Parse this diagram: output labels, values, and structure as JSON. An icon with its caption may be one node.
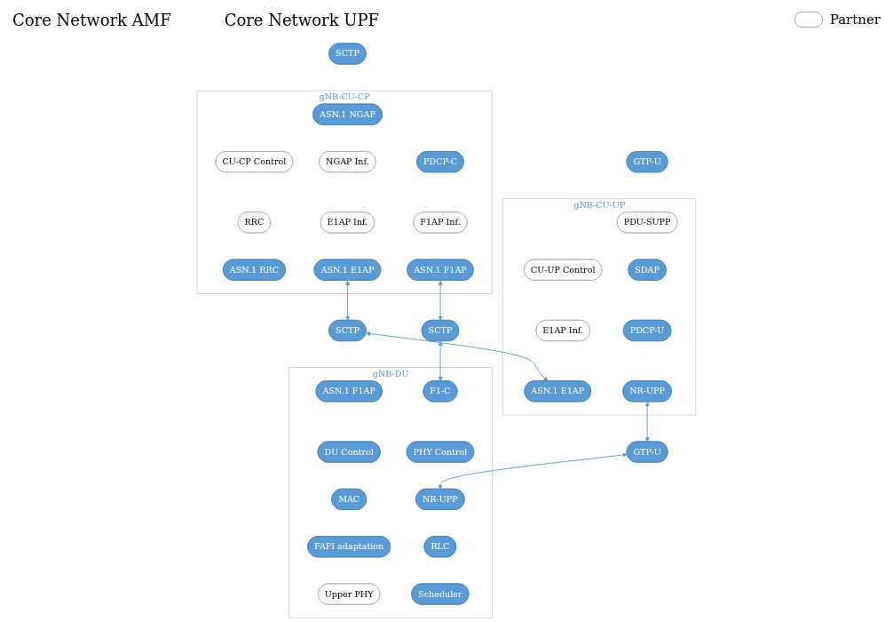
{
  "diagram": {
    "nodes": [
      {
        "text": [
          "gNB-CU-CP"
        ]
      },
      {
        "text": [
          "CU-CP Control"
        ],
        "in": 0
      },
      {
        "text": [
          "ASN.1 NGAP"
        ],
        "in": 0
      },
      {
        "text": [
          "NGAP Inf."
        ],
        "in": 0
      },
      {
        "text": [
          "RRC"
        ],
        "in": 0
      },
      {
        "text": [
          "ASN.1 RRC"
        ],
        "in": 0
      },
      {
        "text": [
          "PDCP-C"
        ],
        "in": 0
      },
      {
        "text": [
          "E1AP Inf."
        ],
        "in": 0
      },
      {
        "text": [
          "ASN.1 E1AP"
        ],
        "in": 0
      },
      {
        "text": [
          "F1AP Inf."
        ],
        "in": 0
      },
      {
        "text": [
          "ASN.1 F1AP"
        ],
        "in": 0
      },
      {
        "text": [
          "SCTP"
        ]
      },
      {
        "text": [
          "gNB-CU-UP"
        ]
      },
      {
        "text": [
          "CU-UP Control"
        ],
        "in": 12
      },
      {
        "text": [
          "PDU-SUPP"
        ],
        "in": 12
      },
      {
        "text": [
          "SDAP"
        ],
        "in": 12
      },
      {
        "text": [
          "E1AP Inf."
        ],
        "in": 12
      },
      {
        "text": [
          "ASN.1 E1AP"
        ],
        "in": 12
      },
      {
        "text": [
          "PDCP-U"
        ],
        "in": 12
      },
      {
        "text": [
          "NR-UPP"
        ],
        "in": 12
      },
      {
        "text": [
          "GTP-U"
        ]
      },
      {
        "text": [
          "SCTP"
        ]
      },
      {
        "text": [
          "SCTP"
        ]
      },
      {
        "text": [
          "GTP-U"
        ]
      },
      {
        "text": [
          "gNB-DU"
        ]
      },
      {
        "text": [
          "ASN.1 F1AP"
        ],
        "in": 24
      },
      {
        "text": [
          "F1-C"
        ],
        "in": 24
      },
      {
        "text": [
          "DU Control"
        ],
        "in": 24
      },
      {
        "text": [
          "NR-UPP"
        ],
        "in": 24
      },
      {
        "text": [
          "RLC"
        ],
        "in": 24
      },
      {
        "text": [
          "PHY Control"
        ],
        "in": 24
      },
      {
        "text": [
          "MAC"
        ],
        "in": 24
      },
      {
        "text": [
          "Scheduler"
        ],
        "in": 24
      },
      {
        "text": [
          "FAPI adaptation"
        ],
        "in": 24
      },
      {
        "text": [
          "Upper PHY"
        ],
        "in": 24
      }
    ],
    "edges": [
      {
        "from": 8,
        "to": 21,
        "arrow": "both"
      },
      {
        "from": 21,
        "to": 17,
        "arrow": "both"
      },
      {
        "from": 10,
        "to": 22,
        "arrow": "both"
      },
      {
        "from": 22,
        "to": 26,
        "arrow": "both"
      },
      {
        "from": 19,
        "to": 23,
        "arrow": "both"
      },
      {
        "from": 23,
        "to": 28,
        "arrow": "both"
      }
    ],
    "labels": [
      "Core Network AMF",
      "Core Network UPF"
    ],
    "legend": [
      {
        "text": "Partner",
        "color": "#ffffff"
      }
    ]
  }
}
